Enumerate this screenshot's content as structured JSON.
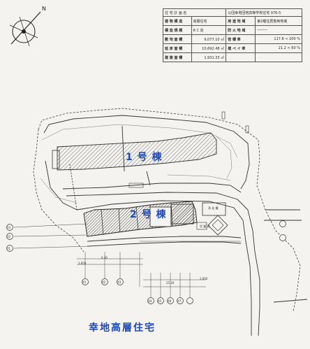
{
  "compass": {
    "north": "N"
  },
  "info_table": {
    "header_left": "住 宅 計 画 名",
    "header_right": "公団幸地団地高等学校住宅 976-5",
    "rows": [
      {
        "l1": "建 物 構 造",
        "v1": "高層住宅",
        "l2": "用 途 地 域",
        "v2": "第2種住居専用地域"
      },
      {
        "l1": "構 造 規 模",
        "v1": "R C 造",
        "l2": "防 火 地 域",
        "v2": "―――"
      },
      {
        "l1": "敷 地 面 積",
        "v1": "9,077.10 ㎡",
        "l2": "容 積 率",
        "v2": "117.8 < 200 %"
      },
      {
        "l1": "延 床 面 積",
        "v1": "10,692.48 ㎡",
        "l2": "建 ペ イ 率",
        "v2": "21.2 < 60 %"
      },
      {
        "l1": "建 築 面 積",
        "v1": "1,931.33 ㎡",
        "l2": "",
        "v2": ""
      }
    ]
  },
  "buildings": [
    {
      "label": "1 号 棟"
    },
    {
      "label": "2 号 棟"
    }
  ],
  "facility_labels": [
    "浄 化 槽",
    "児 童 遊"
  ],
  "grid_labels": [
    "Y3",
    "Y2",
    "Y1",
    "X1",
    "X2",
    "X3",
    "X4",
    "X5",
    "X6",
    "X7"
  ],
  "dimensions": [
    "2.850",
    "6.30",
    "25.20",
    "2.850"
  ],
  "title": "幸地高層住宅"
}
